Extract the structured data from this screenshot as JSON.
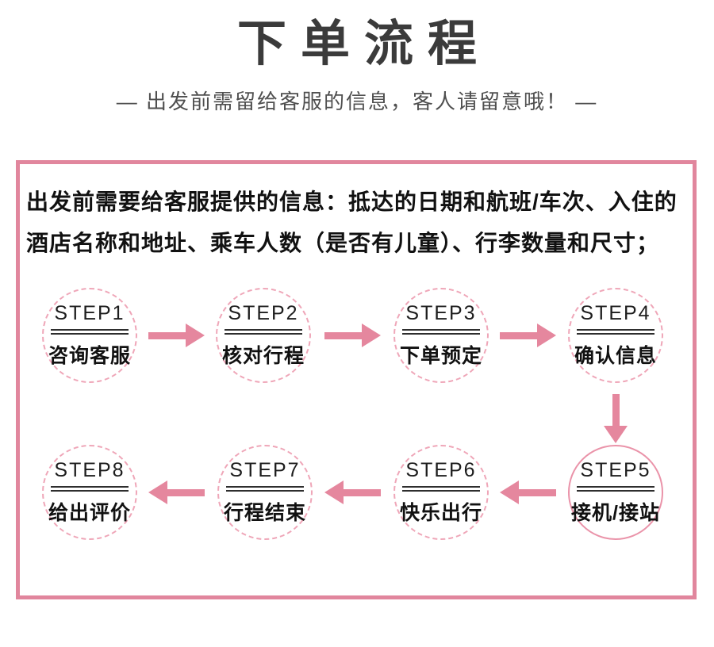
{
  "colors": {
    "box_border": "#e1869d",
    "arrow": "#e5879e",
    "circle_dashed": "#efa6b8",
    "circle_solid": "#ea93a9",
    "title": "#3b3b3b",
    "subtitle": "#4f4f4f",
    "text": "#111111"
  },
  "header": {
    "title": "下单流程",
    "subtitle": "— 出发前需留给客服的信息，客人请留意哦！ —"
  },
  "notice": {
    "line1": "出发前需要给客服提供的信息：抵达的日期和航班/车次、入住的",
    "line2": "酒店名称和地址、乘车人数（是否有儿童）、行李数量和尺寸；"
  },
  "steps": [
    {
      "id": "STEP1",
      "label": "咨询客服"
    },
    {
      "id": "STEP2",
      "label": "核对行程"
    },
    {
      "id": "STEP3",
      "label": "下单预定"
    },
    {
      "id": "STEP4",
      "label": "确认信息"
    },
    {
      "id": "STEP5",
      "label": "接机/接站"
    },
    {
      "id": "STEP6",
      "label": "快乐出行"
    },
    {
      "id": "STEP7",
      "label": "行程结束"
    },
    {
      "id": "STEP8",
      "label": "给出评价"
    }
  ]
}
